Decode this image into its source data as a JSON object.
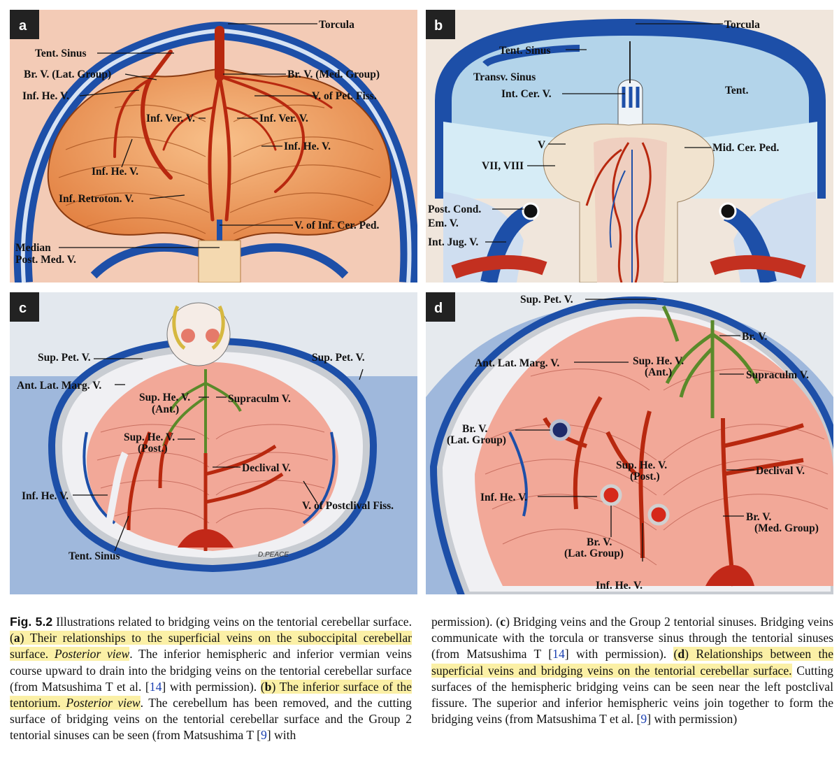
{
  "panels": {
    "a": {
      "letter": "a",
      "labels": {
        "torcula": "Torcula",
        "tent_sinus": "Tent. Sinus",
        "br_v_lat": "Br. V. (Lat. Group)",
        "br_v_med": "Br. V. (Med. Group)",
        "inf_he_v_1": "Inf. He. V.",
        "v_pet_fiss": "V. of Pet. Fiss.",
        "inf_ver_v_1": "Inf. Ver. V.",
        "inf_ver_v_2": "Inf. Ver. V.",
        "inf_he_v_2": "Inf. He. V.",
        "inf_he_v_3": "Inf. He. V.",
        "inf_retroton_v": "Inf. Retroton. V.",
        "v_inf_cer_ped": "V. of Inf. Cer. Ped.",
        "median_1": "Median",
        "median_2": "Post. Med. V."
      }
    },
    "b": {
      "letter": "b",
      "labels": {
        "torcula": "Torcula",
        "tent_sinus": "Tent. Sinus",
        "transv_sinus": "Transv. Sinus",
        "int_cer_v": "Int. Cer. V.",
        "tent": "Tent.",
        "v": "V",
        "mid_cer_ped": "Mid. Cer. Ped.",
        "vii_viii": "VII, VIII",
        "post_cond_1": "Post. Cond.",
        "post_cond_2": "Em. V.",
        "int_jug_v": "Int. Jug. V."
      }
    },
    "c": {
      "letter": "c",
      "labels": {
        "sup_pet_v_l": "Sup. Pet. V.",
        "sup_pet_v_r": "Sup. Pet. V.",
        "ant_lat_marg_v": "Ant. Lat. Marg. V.",
        "sup_he_v_ant_1": "Sup. He. V.",
        "sup_he_v_ant_2": "(Ant.)",
        "supraculm_v": "Supraculm V.",
        "sup_he_v_post_1": "Sup. He. V.",
        "sup_he_v_post_2": "(Post.)",
        "declival_v": "Declival V.",
        "inf_he_v": "Inf. He. V.",
        "v_postclival": "V. of Postclival Fiss.",
        "tent_sinus": "Tent. Sinus",
        "signature": "D.PEACE"
      }
    },
    "d": {
      "letter": "d",
      "labels": {
        "sup_pet_v": "Sup. Pet. V.",
        "br_v": "Br. V.",
        "ant_lat_marg_v": "Ant. Lat. Marg. V.",
        "sup_he_v_ant_1": "Sup. He. V.",
        "sup_he_v_ant_2": "(Ant.)",
        "supraculm_v": "Supraculm V.",
        "br_v_lat_1": "Br. V.",
        "br_v_lat_2": "(Lat. Group)",
        "sup_he_v_post_1": "Sup. He. V.",
        "sup_he_v_post_2": "(Post.)",
        "declival_v": "Declival V.",
        "inf_he_v_1": "Inf. He. V.",
        "br_v_med_1": "Br. V.",
        "br_v_med_2": "(Med. Group)",
        "br_v_lat_b1": "Br. V.",
        "br_v_lat_b2": "(Lat. Group)",
        "inf_he_v_2": "Inf. He. V."
      }
    }
  },
  "caption": {
    "fig_label": "Fig. 5.2",
    "p1": " Illustrations related to bridging veins on the tentorial cerebellar surface. ",
    "a_open": "(",
    "a_letter": "a",
    "a_text": ") Their relationships to the superficial veins on the suboccipital cerebellar surface. ",
    "a_view": "Posterior view",
    "p2": ". The inferior hemispheric and inferior vermian veins course upward to drain into the bridging veins on the tentorial cerebellar surface (from Matsushima T et al. [",
    "ref14a": "14",
    "p3": "] with permission). ",
    "b_open": "(",
    "b_letter": "b",
    "b_text": ") The inferior surface of the tentorium. ",
    "b_view": "Posterior view",
    "p4": ". The cerebellum has been removed, and the cutting surface of bridging veins on the tentorial cerebellar surface and the Group 2 tentorial sinuses can be seen (from Matsushima T [",
    "ref9a": "9",
    "p5": "] with",
    "r1": "permission). (",
    "c_letter": "c",
    "r2": ") Bridging veins and the Group 2 tentorial sinuses. Bridging veins communicate with the torcula or transverse sinus through the tentorial sinuses (from Matsushima T [",
    "ref14b": "14",
    "r3": "] with permission). ",
    "d_open": "(",
    "d_letter": "d",
    "d_text": ") Relationships between the superficial veins and bridging veins on the tentorial cerebellar surface.",
    "r4": " Cutting surfaces of the hemispheric bridging veins can be seen near the left postclival fissure. The superior and inferior hemispheric veins join together to form the bridging veins (from Matsushima T et al. [",
    "ref9b": "9",
    "r5": "] with permission)"
  },
  "colors": {
    "vein_blue": "#1d4fa8",
    "artery_red": "#c8321a",
    "cerebellum_orange": "#f0a05a",
    "cerebellum_pink": "#f2b0a0",
    "background_blue": "#a9c2e6",
    "highlight": "#fbf0a6",
    "reference_blue": "#1a3fb0"
  }
}
